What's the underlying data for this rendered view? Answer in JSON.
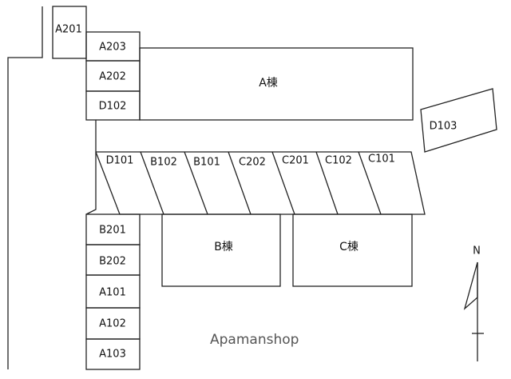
{
  "buildings": {
    "a": "A棟",
    "b": "B棟",
    "c": "C棟"
  },
  "units": {
    "a201": "A201",
    "a203": "A203",
    "a202": "A202",
    "d102": "D102",
    "d103": "D103",
    "b201": "B201",
    "b202": "B202",
    "a101": "A101",
    "a102": "A102",
    "a103": "A103"
  },
  "parking": [
    "D101",
    "B102",
    "B101",
    "C202",
    "C201",
    "C102",
    "C101"
  ],
  "compass": {
    "north": "N"
  },
  "watermark": "Apamanshop"
}
